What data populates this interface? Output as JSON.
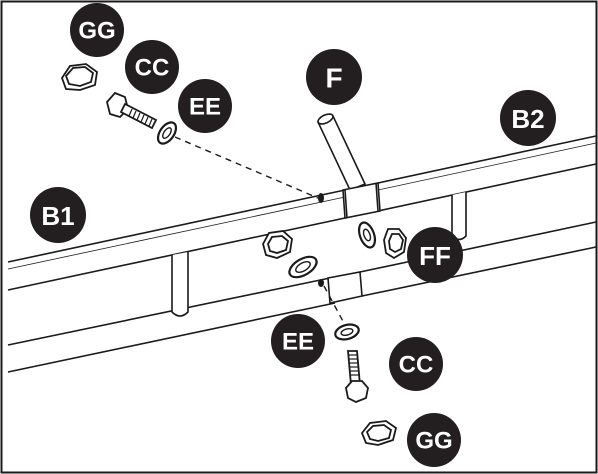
{
  "labels": {
    "gg_top": "GG",
    "cc_top": "CC",
    "ee_top": "EE",
    "f": "F",
    "b2": "B2",
    "b1": "B1",
    "ff": "FF",
    "ee_bottom": "EE",
    "cc_bottom": "CC",
    "gg_bottom": "GG"
  },
  "colors": {
    "badge": "#231f20",
    "badge_text": "#ffffff",
    "line": "#1a1a1a",
    "part_fill": "#ffffff"
  }
}
